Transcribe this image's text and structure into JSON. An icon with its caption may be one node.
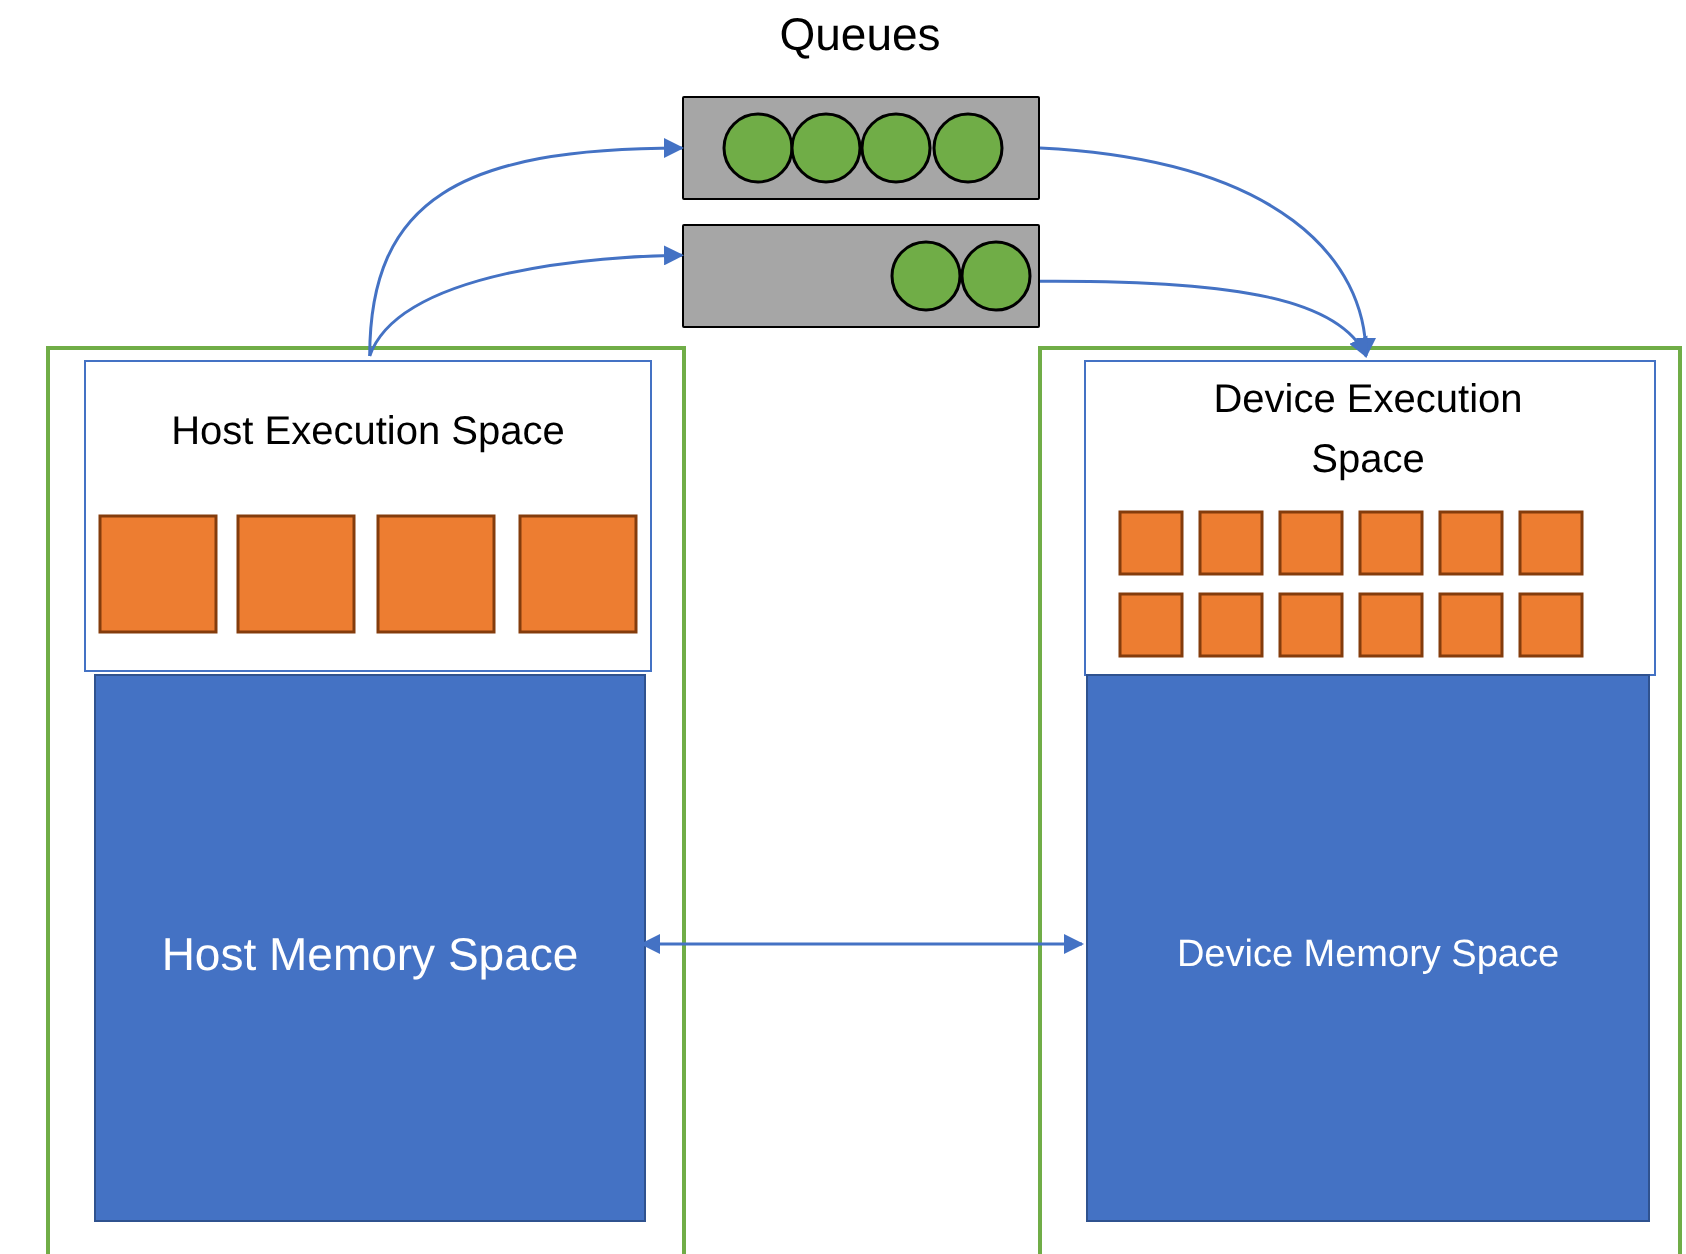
{
  "diagram": {
    "nodes": [
      {
        "text": [],
        "shape": "box"
      },
      {
        "text": [
          "Host Execution Space"
        ],
        "in": 0
      },
      {
        "text": [
          "Host Memory Space"
        ],
        "in": 0
      },
      {
        "text": [],
        "shape": "bar"
      },
      {
        "text": [],
        "shape": "bar"
      },
      {
        "text": [],
        "shape": "box"
      },
      {
        "text": [
          "Device Execution Space"
        ],
        "in": 5
      },
      {
        "text": [
          "Device Memory Space"
        ],
        "in": 5
      }
    ],
    "edges": [
      {
        "from": 1,
        "to": 3,
        "arrow": "to"
      },
      {
        "from": 1,
        "to": 4,
        "arrow": "to"
      },
      {
        "from": 3,
        "to": 6,
        "arrow": "to"
      },
      {
        "from": 4,
        "to": 6,
        "arrow": "to"
      },
      {
        "from": 2,
        "to": 7,
        "arrow": "both"
      }
    ],
    "labels": [
      "Queues"
    ]
  }
}
